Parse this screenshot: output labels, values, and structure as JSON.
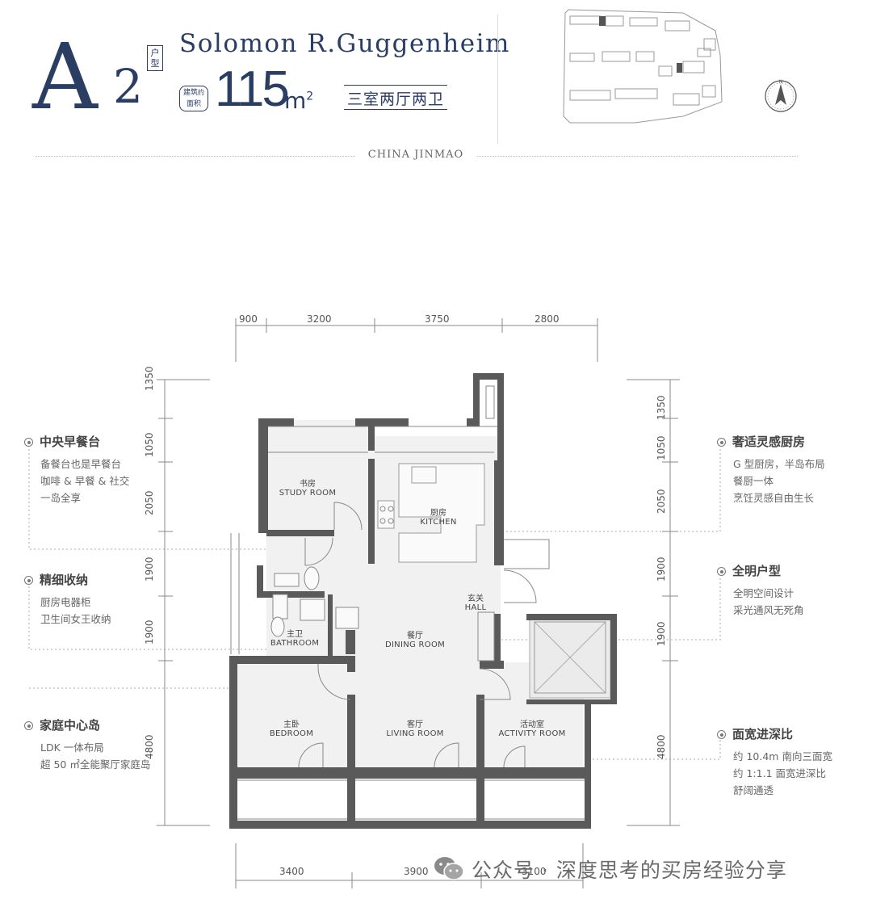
{
  "header": {
    "letter": "A",
    "number": "2",
    "type_tag": "户型",
    "title_en": "Solomon R.Guggenheim",
    "area_tag": [
      "建筑",
      "约",
      "面积"
    ],
    "area_value": "115",
    "area_unit": "m",
    "area_unit_sup": "2",
    "layout_name": "三室两厅两卫",
    "brand": "CHINA JINMAO"
  },
  "features_left": [
    {
      "title": "中央早餐台",
      "lines": [
        "备餐台也是早餐台",
        "咖啡 & 早餐 & 社交",
        "一岛全享"
      ]
    },
    {
      "title": "精细收纳",
      "lines": [
        "厨房电器柜",
        "卫生间女王收纳"
      ]
    },
    {
      "title": "家庭中心岛",
      "lines": [
        "LDK 一体布局",
        "超 50 ㎡全能聚厅家庭岛"
      ]
    }
  ],
  "features_right": [
    {
      "title": "奢适灵感厨房",
      "lines": [
        "G 型厨房，半岛布局",
        "餐厨一体",
        "烹饪灵感自由生长"
      ]
    },
    {
      "title": "全明户型",
      "lines": [
        "全明空间设计",
        "采光通风无死角"
      ]
    },
    {
      "title": "面宽进深比",
      "lines": [
        "约 10.4m 南向三面宽",
        "约 1:1.1 面宽进深比",
        "舒阔通透"
      ]
    }
  ],
  "dims": {
    "top": [
      "900",
      "3200",
      "3750",
      "2800"
    ],
    "bottom": [
      "3400",
      "3900",
      "3100"
    ],
    "left": [
      "1350",
      "1050",
      "2050",
      "1900",
      "1900",
      "4800"
    ],
    "right": [
      "1350",
      "1050",
      "2050",
      "1900",
      "1900",
      "4800"
    ]
  },
  "rooms": {
    "study": {
      "cn": "书房",
      "en": "STUDY ROOM"
    },
    "kitchen": {
      "cn": "厨房",
      "en": "KITCHEN"
    },
    "hall": {
      "cn": "玄关",
      "en": "HALL"
    },
    "bathroom": {
      "cn": "主卫",
      "en": "BATHROOM"
    },
    "dining": {
      "cn": "餐厅",
      "en": "DINING ROOM"
    },
    "bedroom": {
      "cn": "主卧",
      "en": "BEDROOM"
    },
    "living": {
      "cn": "客厅",
      "en": "LIVING ROOM"
    },
    "activity": {
      "cn": "活动室",
      "en": "ACTIVITY ROOM"
    }
  },
  "watermark": "公众号 · 深度思考的买房经验分享",
  "icons": {
    "compass": "compass-icon",
    "site_plan": "site-plan-map",
    "wechat": "wechat-icon"
  },
  "colors": {
    "brand_navy": "#2a3d63",
    "wall": "#5a5a5a",
    "floor": "#f1f1f1"
  }
}
